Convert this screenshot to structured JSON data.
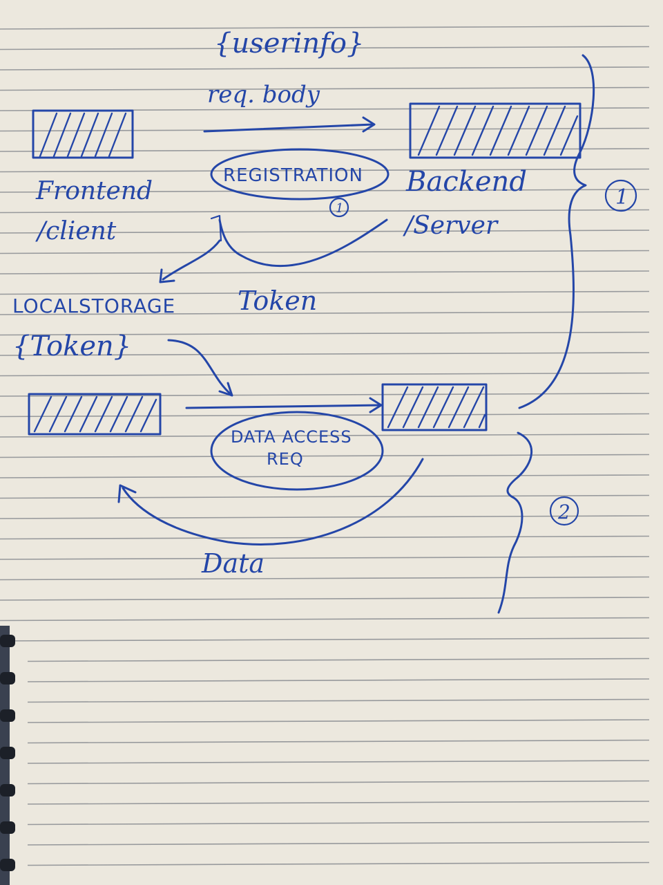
{
  "ink_color": "#2446a8",
  "paper_color": "#ece8de",
  "labels": {
    "userinfo": "{userinfo}",
    "req_body": "req. body",
    "registration": "REGISTRATION",
    "registration_step": "1",
    "frontend": "Frontend",
    "client": "/client",
    "backend": "Backend",
    "server": "/Server",
    "localstorage": "LOCALSTORAGE",
    "token_return": "Token",
    "token_store": "{Token}",
    "data_access_line1": "DATA ACCESS",
    "data_access_line2": "REQ",
    "data": "Data",
    "step_1": "1",
    "step_2": "2"
  }
}
